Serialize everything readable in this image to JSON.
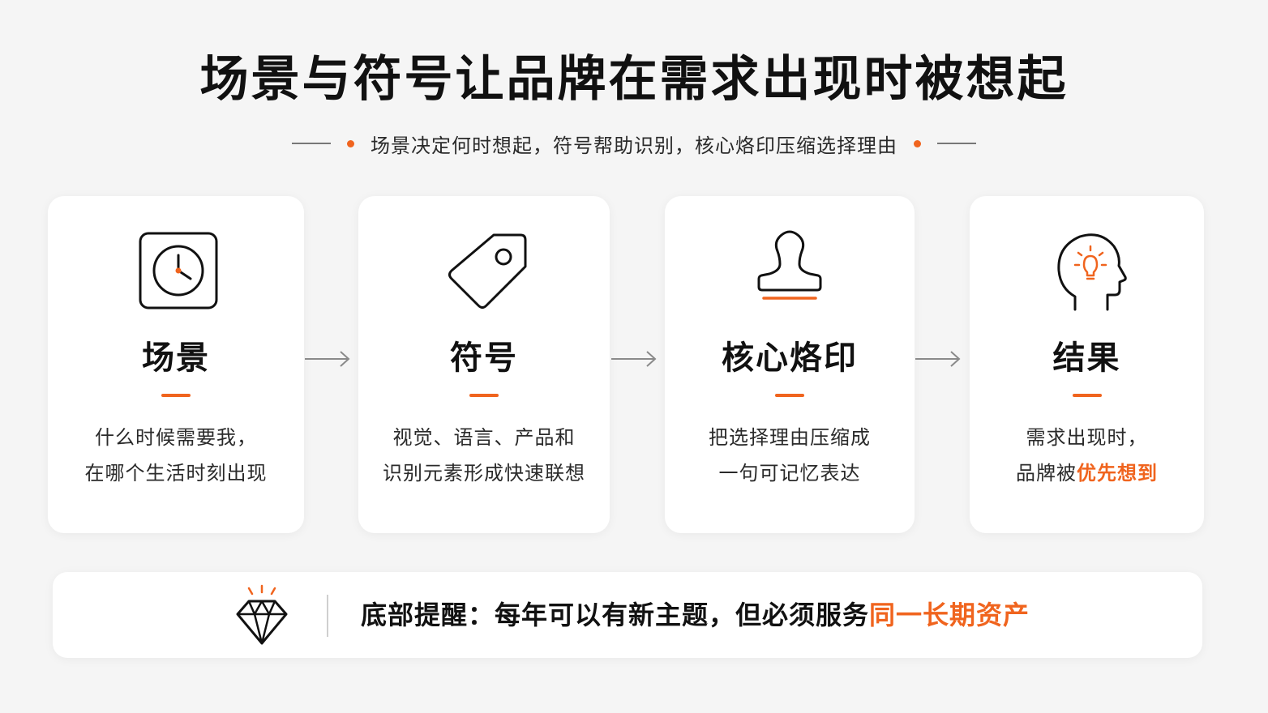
{
  "title": "场景与符号让品牌在需求出现时被想起",
  "subtitle": "场景决定何时想起，符号帮助识别，核心烙印压缩选择理由",
  "colors": {
    "accent": "#f0641e",
    "text": "#111111",
    "arrow": "#8a8a8a"
  },
  "cards": [
    {
      "icon": "clock-icon",
      "title": "场景",
      "desc_line1": "什么时候需要我，",
      "desc_line2": "在哪个生活时刻出现"
    },
    {
      "icon": "tag-icon",
      "title": "符号",
      "desc_line1": "视觉、语言、产品和",
      "desc_line2": "识别元素形成快速联想"
    },
    {
      "icon": "stamp-icon",
      "title": "核心烙印",
      "desc_line1": "把选择理由压缩成",
      "desc_line2": "一句可记忆表达"
    },
    {
      "icon": "head-lightbulb-icon",
      "title": "结果",
      "desc_line1": "需求出现时，",
      "desc_line2_prefix": "品牌被",
      "desc_line2_highlight": "优先想到"
    }
  ],
  "bottom": {
    "icon": "diamond-icon",
    "text_prefix": "底部提醒：每年可以有新主题，但必须服务",
    "text_highlight": "同一长期资产"
  }
}
